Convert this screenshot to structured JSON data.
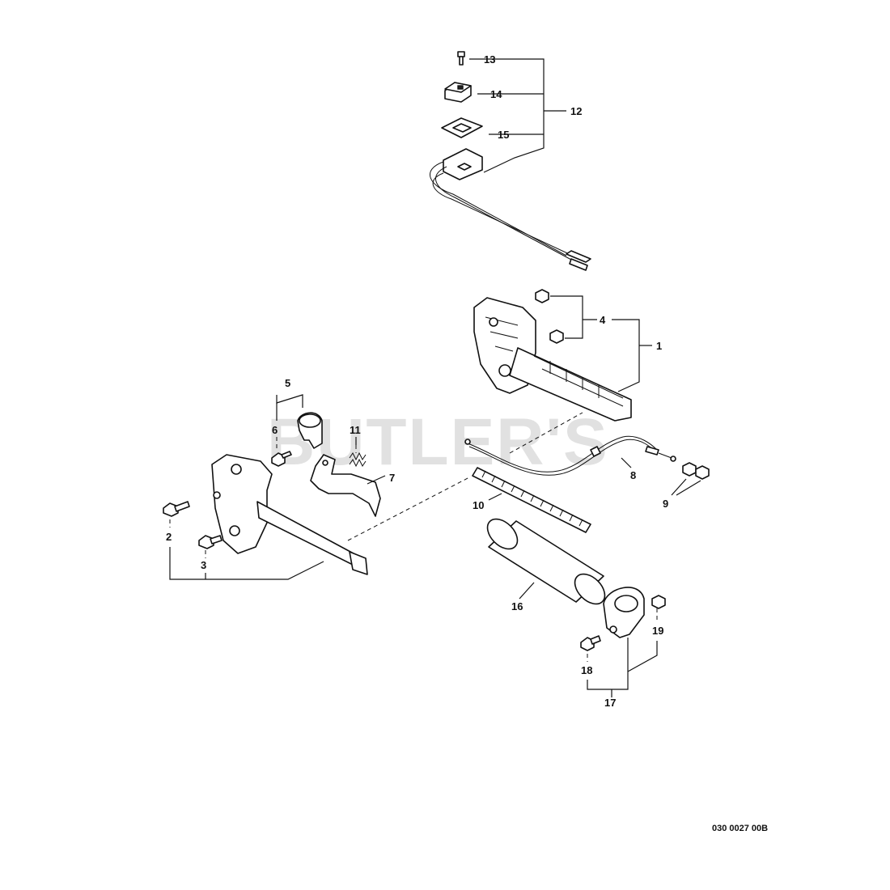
{
  "watermark": "BUTLER'S",
  "drawing_number": "030 0027 00B",
  "callouts": {
    "c1": "1",
    "c2": "2",
    "c3": "3",
    "c4": "4",
    "c5": "5",
    "c6": "6",
    "c7": "7",
    "c8": "8",
    "c9": "9",
    "c10": "10",
    "c11": "11",
    "c12": "12",
    "c13": "13",
    "c14": "14",
    "c15": "15",
    "c16": "16",
    "c17": "17",
    "c18": "18",
    "c19": "19"
  }
}
